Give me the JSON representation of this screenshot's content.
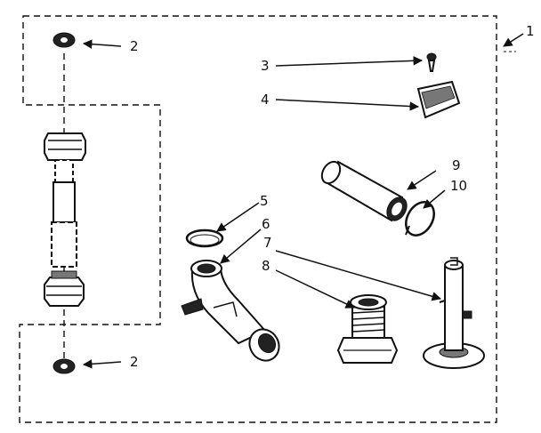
{
  "diagram": {
    "callouts": {
      "kit": "1",
      "washer_top": "2",
      "washer_bottom": "2",
      "screw": "3",
      "clip": "4",
      "clamp": "5",
      "drain_elbow": "6",
      "foot_stud": "7",
      "leveling_foot": "8",
      "hose_coupling": "9",
      "hose_clamp": "10"
    }
  }
}
